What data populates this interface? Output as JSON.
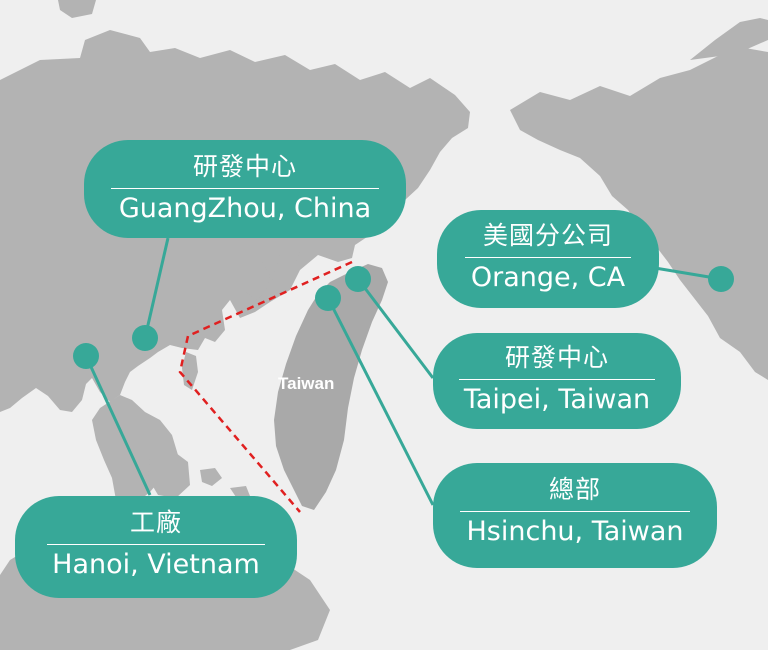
{
  "map": {
    "country_label": "Taiwan",
    "colors": {
      "background": "#efefef",
      "land": "#b3b3b3",
      "accent": "#37a898",
      "boundary": "#e02020"
    }
  },
  "locations": [
    {
      "id": "guangzhou",
      "role": "研發中心",
      "place": "GuangZhou, China"
    },
    {
      "id": "orange",
      "role": "美國分公司",
      "place": "Orange, CA"
    },
    {
      "id": "taipei",
      "role": "研發中心",
      "place": "Taipei, Taiwan"
    },
    {
      "id": "hsinchu",
      "role": "總部",
      "place": "Hsinchu, Taiwan"
    },
    {
      "id": "hanoi",
      "role": "工廠",
      "place": "Hanoi, Vietnam"
    }
  ]
}
